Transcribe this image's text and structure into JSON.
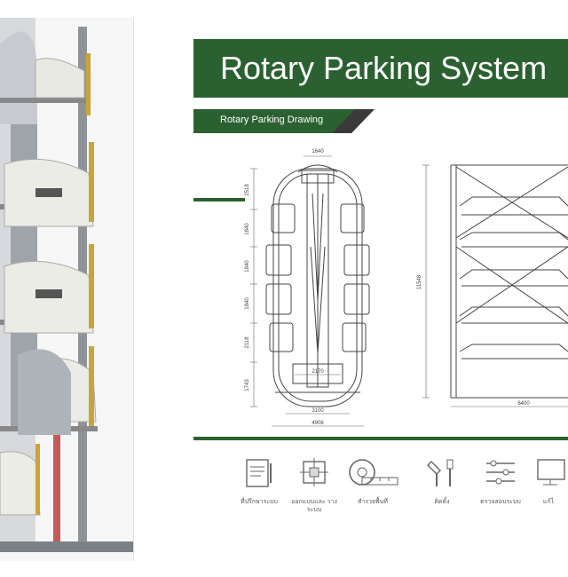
{
  "title": "Rotary Parking System",
  "subtitle": "Rotary  Parking Drawing",
  "dimensions": {
    "top_width": "1640",
    "heights": [
      "2518",
      "1840",
      "1840",
      "1840",
      "2118",
      "1743"
    ],
    "inner_width": "2170",
    "base_width": "3100",
    "overall_width": "4906",
    "total_height": "11548",
    "side_width": "6400"
  },
  "icons": [
    {
      "name": "document-icon",
      "label": "ที่ปรึกษาระบบ"
    },
    {
      "name": "blueprint-icon",
      "label": "ออกแบบและ วางระบบ"
    },
    {
      "name": "tape-measure-icon",
      "label": "สำรวจพื้นที่"
    },
    {
      "name": "tools-icon",
      "label": "ติดตั้ง"
    },
    {
      "name": "sliders-icon",
      "label": "ตรวจสอบระบบ"
    },
    {
      "name": "monitor-icon",
      "label": "แก้ไ"
    }
  ],
  "colors": {
    "brand_green": "#2b6131",
    "accent_dark": "#3a3a3a"
  }
}
